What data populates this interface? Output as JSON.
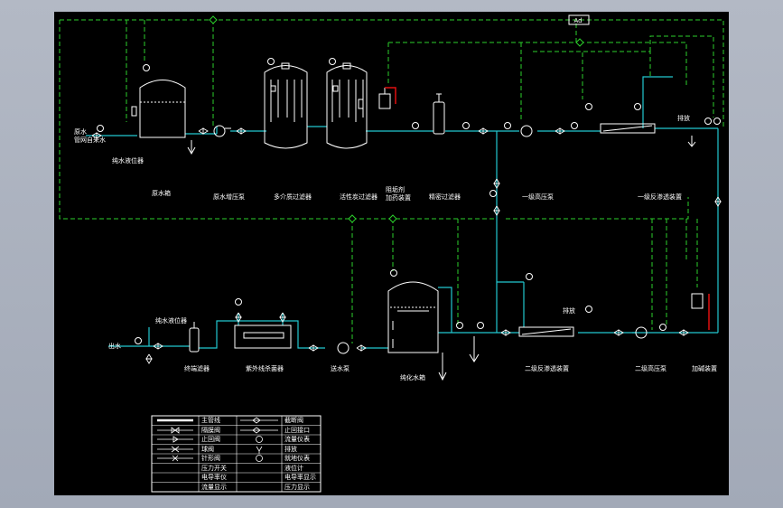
{
  "colors": {
    "canvas": "#000000",
    "water_pipe": "#22c8d0",
    "control_line": "#2bd12b",
    "equipment": "#ffffff",
    "dosing": "#e01010"
  },
  "instrument_box": "Ad",
  "labels": {
    "raw_water_in_1": "原水",
    "raw_water_in_2": "管网自来水",
    "level_sensor_1": "纯水液位器",
    "raw_tank": "原水箱",
    "raw_pump": "原水增压泵",
    "multi_filter": "多介质过滤器",
    "carbon_filter": "活性炭过滤器",
    "scale_1": "阻垢剂",
    "scale_2": "加药装置",
    "precision_filter": "精密过滤器",
    "hp_pump_1": "一级高压泵",
    "ro_1": "一级反渗透装置",
    "drain_1": "排放",
    "water_out": "出水",
    "level_sensor_2": "纯水液位器",
    "micro_filter": "终端滤器",
    "uv": "紫外线杀菌器",
    "supply_pump": "送水泵",
    "pure_tank": "纯化水箱",
    "ro_2": "二级反渗透装置",
    "drain_2": "排放",
    "hp_pump_2": "二级高压泵",
    "caustic": "加碱装置"
  },
  "legend": [
    {
      "left": "主管线",
      "right": "截断阀"
    },
    {
      "left": "隔膜阀",
      "right": "止回接口"
    },
    {
      "left": "止回阀",
      "right": "流量仪表"
    },
    {
      "left": "球阀",
      "right": "排放"
    },
    {
      "left": "针形阀",
      "right": "就地仪表"
    },
    {
      "left": "压力开关",
      "right": "液位计"
    },
    {
      "left": "电导率仪",
      "right": "电导率显示"
    },
    {
      "left": "流量显示",
      "right": "压力显示"
    }
  ]
}
